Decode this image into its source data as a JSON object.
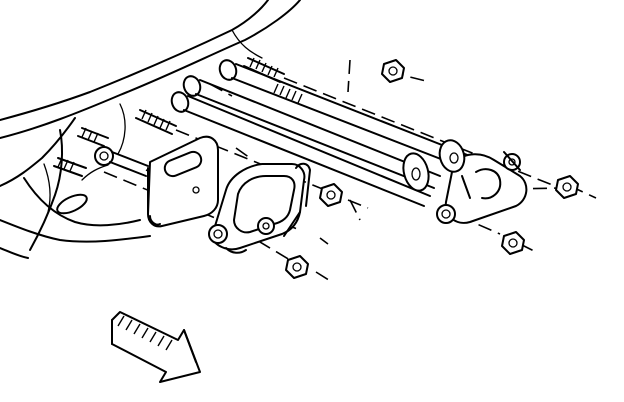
{
  "diagram": {
    "kind": "exploded-assembly-illustration",
    "labels": [],
    "parts": [
      "body-panel",
      "studs",
      "long-bolts",
      "rectangular-spacer-plate",
      "mounting-bracket",
      "bushing-assembly",
      "washers",
      "nuts",
      "front-direction-arrow"
    ]
  }
}
